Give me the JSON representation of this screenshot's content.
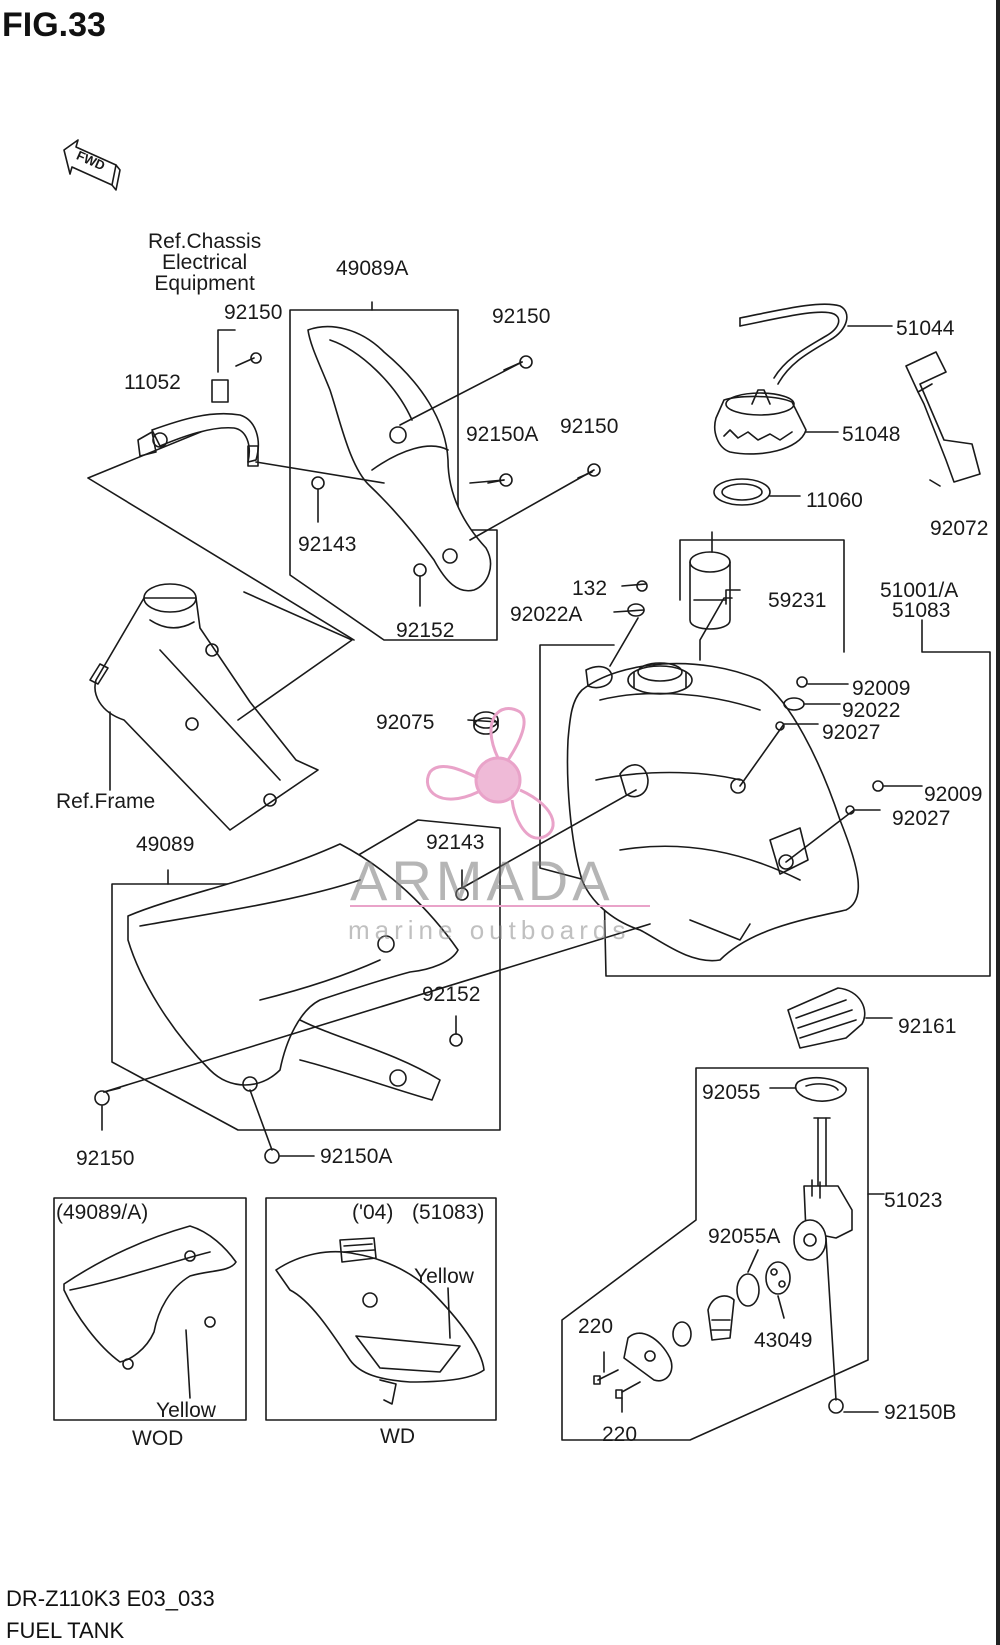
{
  "figure": {
    "title": "FIG.33",
    "model_code": "DR-Z110K3 E03_033",
    "section_name": "FUEL TANK"
  },
  "watermark": {
    "brand": "ARMADA",
    "tagline": "marine outboards",
    "accent_color": "#e9a3c9"
  },
  "fwd_arrow": {
    "text": "FWD"
  },
  "references": {
    "chassis": "Ref.Chassis\nElectrical\nEquipment",
    "frame": "Ref.Frame"
  },
  "parts": {
    "p49089A": "49089A",
    "p92150_a": "92150",
    "p92150_b": "92150",
    "p92150_c": "92150",
    "p92150_d": "92150",
    "p11052": "11052",
    "p92150A_a": "92150A",
    "p92150A_b": "92150A",
    "p92143_a": "92143",
    "p92143_b": "92143",
    "p92152_a": "92152",
    "p92152_b": "92152",
    "p51044": "51044",
    "p51048": "51048",
    "p11060": "11060",
    "p92072": "92072",
    "p132": "132",
    "p92022A": "92022A",
    "p59231": "59231",
    "p51001A": "51001/A",
    "p51083": "51083",
    "p92009_a": "92009",
    "p92022": "92022",
    "p92027_a": "92027",
    "p92075": "92075",
    "p92009_b": "92009",
    "p92027_b": "92027",
    "p49089": "49089",
    "p92161": "92161",
    "p92055": "92055",
    "p51023": "51023",
    "p92055A": "92055A",
    "p220_a": "220",
    "p220_b": "220",
    "p43049": "43049",
    "p92150B": "92150B"
  },
  "inset_wod": {
    "ref": "(49089/A)",
    "color_note": "Yellow",
    "caption": "WOD"
  },
  "inset_wd": {
    "year": "('04)",
    "ref": "(51083)",
    "color_note": "Yellow",
    "caption": "WD"
  }
}
